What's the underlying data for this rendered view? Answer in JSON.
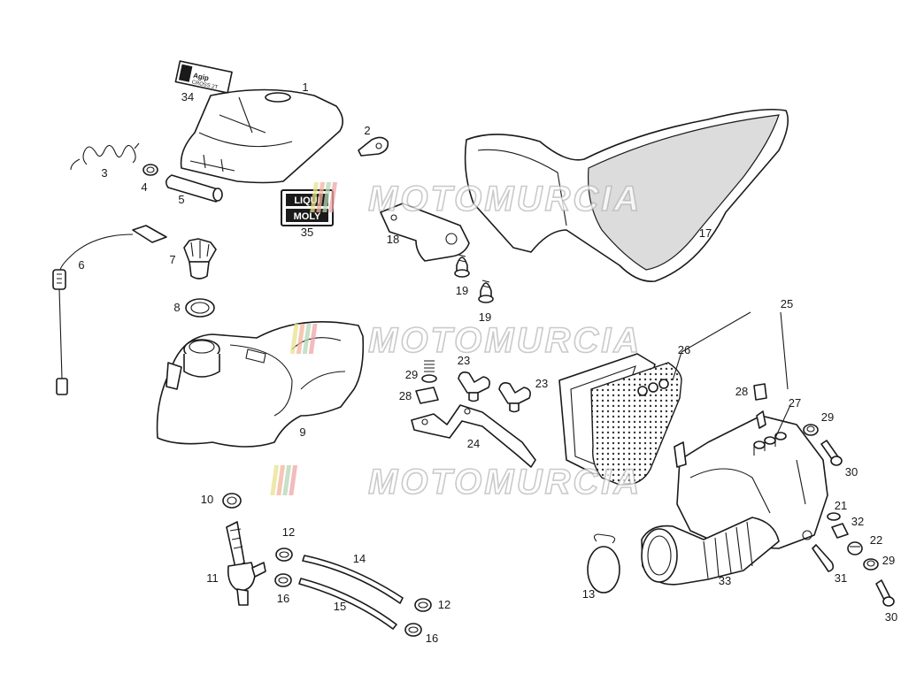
{
  "callouts": [
    "1",
    "2",
    "3",
    "4",
    "5",
    "6",
    "7",
    "8",
    "9",
    "10",
    "11",
    "12",
    "12",
    "13",
    "14",
    "15",
    "16",
    "16",
    "17",
    "18",
    "19",
    "19",
    "21",
    "22",
    "23",
    "23",
    "24",
    "25",
    "26",
    "27",
    "28",
    "28",
    "29",
    "29",
    "29",
    "30",
    "30",
    "31",
    "32",
    "33",
    "34",
    "35"
  ],
  "watermark": {
    "text": "MOTOMURCIA",
    "stripe_colors": [
      "#e9e28f",
      "#f3b39b",
      "#b5d8b3",
      "#f0a6a6"
    ]
  },
  "decal_34": {
    "brand": "Agip",
    "text": "CROSS 2T",
    "icon": "agip-dog-icon"
  },
  "logo_35": {
    "line1": "LIQUI",
    "line2": "MOLY"
  }
}
